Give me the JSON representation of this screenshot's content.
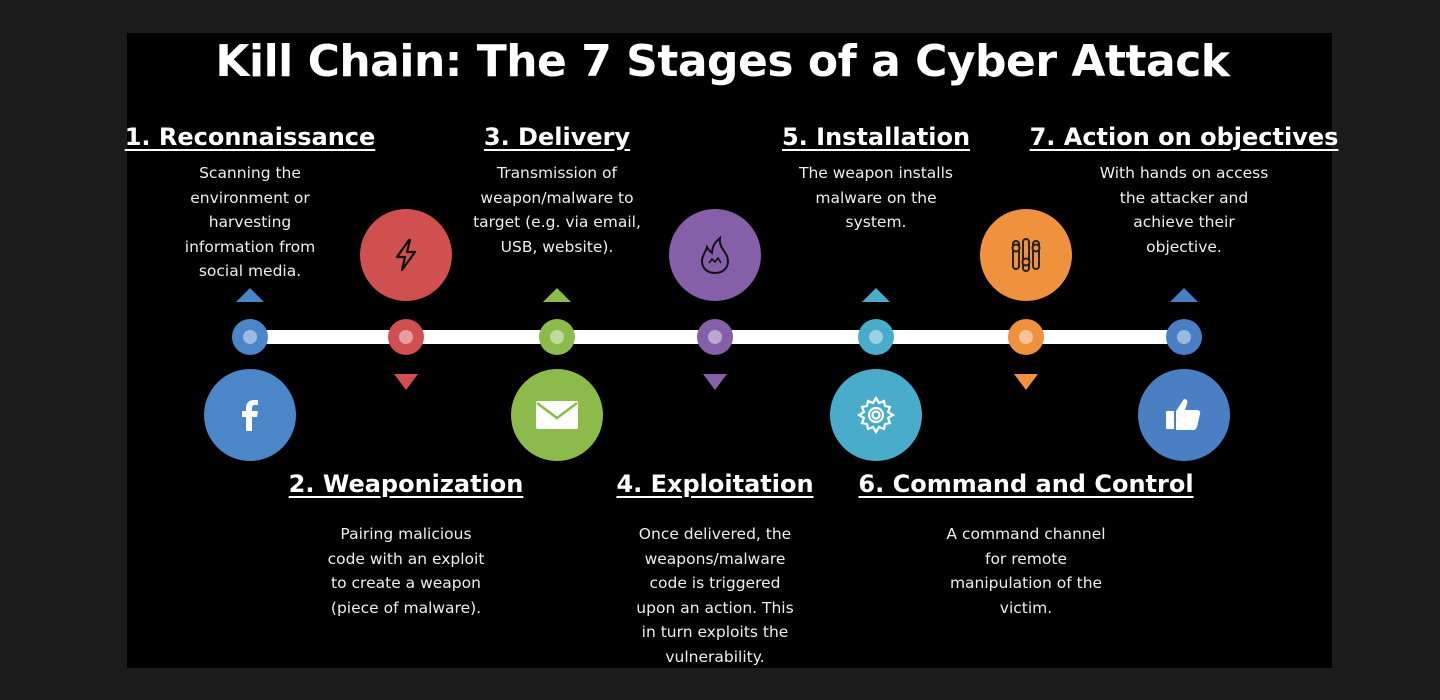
{
  "title": "Kill Chain: The 7 Stages of a Cyber Attack",
  "stages": [
    {
      "label": "1. Reconnaissance",
      "color": "#4a86c8",
      "icon": "facebook-icon",
      "text_position": "top",
      "description": [
        "Scanning the",
        "environment or",
        "harvesting",
        "information from",
        "social media."
      ]
    },
    {
      "label": "2. Weaponization",
      "color": "#d0504f",
      "icon": "lightning-bolt-icon",
      "text_position": "bottom",
      "description": [
        "Pairing malicious",
        "code with an exploit",
        "to create a weapon",
        "(piece of malware)."
      ]
    },
    {
      "label": "3. Delivery",
      "color": "#8cbb4c",
      "icon": "envelope-icon",
      "text_position": "top",
      "description": [
        "Transmission of",
        "weapon/malware to",
        "target (e.g. via email,",
        "USB, website)."
      ]
    },
    {
      "label": "4. Exploitation",
      "color": "#8560a8",
      "icon": "fire-icon",
      "text_position": "bottom",
      "description": [
        "Once delivered, the",
        "weapons/malware",
        "code is triggered",
        "upon an action. This",
        "in turn exploits the",
        "vulnerability."
      ]
    },
    {
      "label": "5. Installation",
      "color": "#4aaccb",
      "icon": "gear-icon",
      "text_position": "top",
      "description": [
        "The weapon installs",
        "malware on the",
        "system."
      ]
    },
    {
      "label": "6. Command and Control",
      "color": "#f0913d",
      "icon": "sliders-icon",
      "text_position": "bottom",
      "description": [
        "A command channel",
        "for remote",
        "manipulation of the",
        "victim."
      ]
    },
    {
      "label": "7. Action on objectives",
      "color": "#4a7fc4",
      "icon": "thumbs-up-icon",
      "text_position": "top",
      "description": [
        "With hands on access",
        "the attacker and",
        "achieve their",
        "objective."
      ]
    }
  ]
}
